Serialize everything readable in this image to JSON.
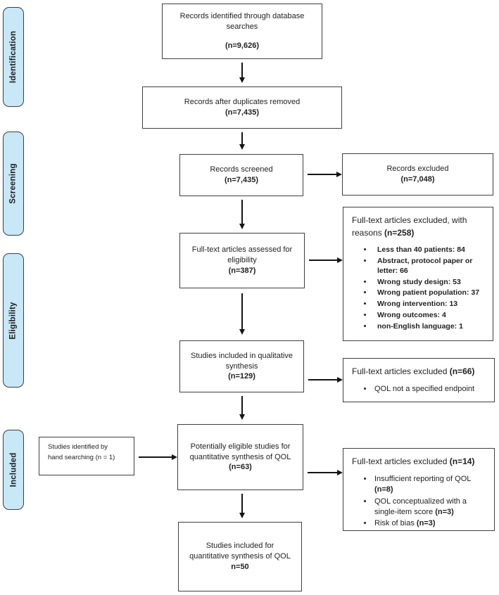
{
  "colors": {
    "stage_fill": "#c8e7f7",
    "box_border": "#3f3f3f",
    "arrow": "#141414",
    "text": "#1f1f1f"
  },
  "stages": {
    "identification": "Identification",
    "screening": "Screening",
    "eligibility": "Eligibility",
    "included": "Included"
  },
  "main": {
    "box1": {
      "text": "Records identified through database searches",
      "n": "(n=9,626)"
    },
    "box2": {
      "text": "Records after duplicates removed",
      "n": "(n=7,435)"
    },
    "box3": {
      "text": "Records screened",
      "n": "(n=7,435)"
    },
    "box4": {
      "text": "Full-text articles assessed for eligibility",
      "n": "(n=387)"
    },
    "box5": {
      "text": "Studies included in qualitative synthesis",
      "n": "(n=129)"
    },
    "box6": {
      "text": "Potentially eligible studies for quantitative synthesis of QOL",
      "n": "(n=63)"
    },
    "box7": {
      "text": "Studies included for quantitative synthesis of QOL",
      "n": "n=50"
    },
    "hand_box": {
      "line1": "Studies identified by",
      "line2": "hand searching (n = 1)"
    }
  },
  "excluded": {
    "box1": {
      "text": "Records excluded",
      "n": "(n=7,048)"
    },
    "box2": {
      "title": "Full-text articles excluded, with reasons",
      "n": "(n=258)",
      "bullets": [
        "Less than 40 patients: 84",
        "Abstract, protocol paper or letter: 66",
        "Wrong study design: 53",
        "Wrong patient population: 37",
        "Wrong intervention: 13",
        "Wrong outcomes: 4",
        "non-English language: 1"
      ]
    },
    "box3": {
      "title": "Full-text articles excluded",
      "n": "(n=66)",
      "bullets": [
        "QOL not a specified endpoint"
      ]
    },
    "box4": {
      "title": "Full-text articles excluded",
      "n": "(n=14)",
      "bullets": [
        {
          "text": "Insufficient reporting of QOL",
          "n": "(n=8)"
        },
        {
          "text": "QOL conceptualized with a single-item score",
          "n": "(n=3)"
        },
        {
          "text": "Risk of bias",
          "n": "(n=3)"
        }
      ]
    }
  }
}
